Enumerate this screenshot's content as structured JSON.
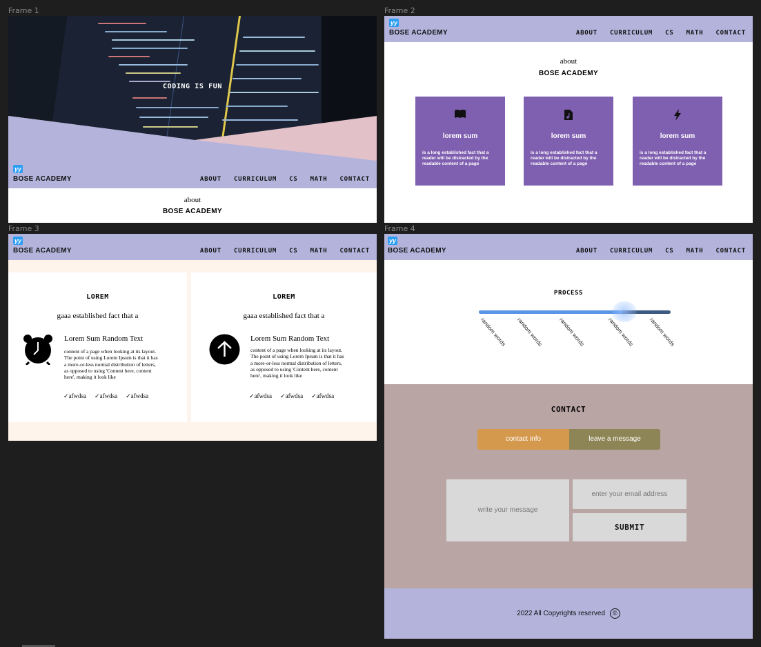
{
  "frames": {
    "f1": "Frame 1",
    "f2": "Frame 2",
    "f3": "Frame 3",
    "f4": "Frame 4"
  },
  "nav": {
    "logo": "yy",
    "brand": "BOSE ACADEMY",
    "links": [
      "ABOUT",
      "CURRICULUM",
      "CS",
      "MATH",
      "CONTACT"
    ]
  },
  "hero": {
    "title": "CODING IS FUN"
  },
  "about": {
    "small": "about",
    "big": "BOSE ACADEMY"
  },
  "features": [
    {
      "icon": "book-icon",
      "title": "lorem sum",
      "text": "is a long established fact that a reader will be distracted by the readable content of a page"
    },
    {
      "icon": "music-file-icon",
      "title": "lorem sum",
      "text": "is a long established fact that a reader will be distracted by the readable content of a page"
    },
    {
      "icon": "lightning-icon",
      "title": "lorem sum",
      "text": "is a long established fact that a reader will be distracted by the readable content of a page"
    }
  ],
  "cards": [
    {
      "icon": "alarm-clock-icon",
      "title": "LOREM",
      "sub": "gaaa established fact that a",
      "head": "Lorem Sum Random Text",
      "body": "content of a page when looking at its layout. The point of using Lorem Ipsum is that it has a more-or-less normal distribution of letters, as opposed to using 'Content here, content here', making it look like",
      "checks": [
        "afwdsa",
        "afwdsa",
        "afwdsa"
      ]
    },
    {
      "icon": "arrow-up-circle-icon",
      "title": "LOREM",
      "sub": "gaaa established fact that a",
      "head": "Lorem Sum Random Text",
      "body": "content of a page when looking at its layout. The point of using Lorem Ipsum is that it has a more-or-less normal distribution of letters, as opposed to using 'Content here, content here', making it look like",
      "checks": [
        "afwdsa",
        "afwdsa",
        "afwdsa"
      ]
    }
  ],
  "process": {
    "title": "PROCESS",
    "progress": 0.75,
    "steps": [
      "random words",
      "random words",
      "random words",
      "random words",
      "random words"
    ]
  },
  "contact": {
    "title": "CONTACT",
    "tab_info": "contact info",
    "tab_message": "leave a message",
    "message_placeholder": "write your message",
    "email_placeholder": "enter your email address",
    "submit": "SUBMIT"
  },
  "footer": {
    "text": "2022 All Copyrights reserved",
    "symbol": "©"
  },
  "colors": {
    "nav": "#b3b3dc",
    "purple": "#7f5fb0",
    "contact_bg": "#b9a5a3",
    "tab_info": "#d4994d",
    "tab_message": "#8d8555",
    "progress": "#5b95e8",
    "progress_rest": "#3d5a80"
  }
}
